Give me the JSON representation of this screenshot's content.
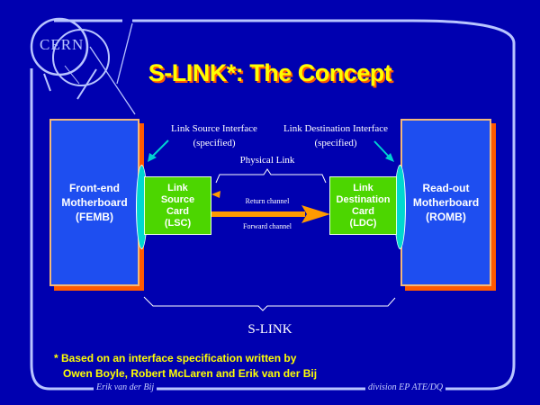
{
  "logo": {
    "text": "CERN"
  },
  "title": "S-LINK*: The Concept",
  "boards": {
    "source": {
      "label": "Front-end\nMotherboard\n(FEMB)"
    },
    "destination": {
      "label": "Read-out\nMotherboard\n(ROMB)"
    }
  },
  "cards": {
    "lsc": {
      "label": "Link\nSource\nCard\n(LSC)"
    },
    "ldc": {
      "label": "Link\nDestination\nCard\n(LDC)"
    }
  },
  "annotations": {
    "source_interface": "Link Source Interface\n(specified)",
    "destination_interface": "Link Destination Interface\n(specified)",
    "physical_link": "Physical Link",
    "return_channel": "Return channel",
    "forward_channel": "Forward channel",
    "slink": "S-LINK"
  },
  "footnote": "* Based on an interface specification written by\n   Owen Boyle, Robert McLaren and Erik van der Bij",
  "footer": {
    "author": "Erik van der Bij",
    "division": "division EP  ATE/DQ"
  },
  "colors": {
    "background": "#0000b0",
    "frame": "#b8c4ff",
    "title": "#ffff00",
    "title_shadow": "#ff5a00",
    "board": "#1e4ef0",
    "card": "#4cd600",
    "interface": "#00d8d0",
    "arrow": "#ff9a00"
  }
}
